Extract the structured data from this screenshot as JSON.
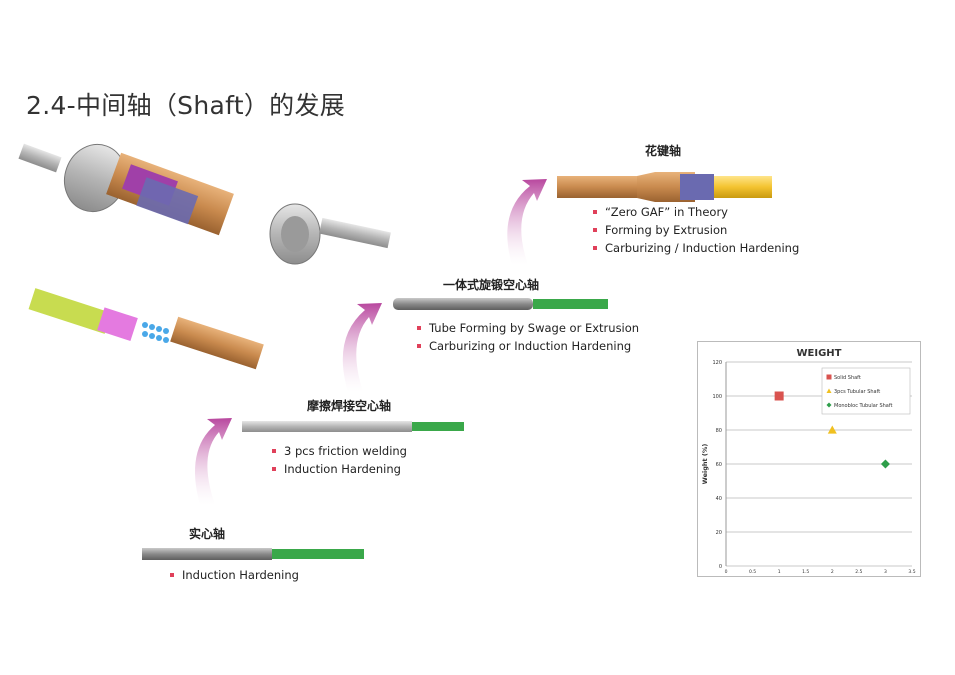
{
  "title": "2.4-中间轴（Shaft）的发展",
  "stages": [
    {
      "title": "实心轴",
      "bullets": [
        "Induction Hardening"
      ]
    },
    {
      "title": "摩擦焊接空心轴",
      "bullets": [
        "3 pcs friction welding",
        "Induction Hardening"
      ]
    },
    {
      "title": "一体式旋锻空心轴",
      "bullets": [
        "Tube Forming by Swage or Extrusion",
        "Carburizing or Induction Hardening"
      ]
    },
    {
      "title": "花键轴",
      "bullets": [
        "“Zero GAF”  in Theory",
        "Forming by Extrusion",
        "Carburizing / Induction Hardening"
      ]
    }
  ],
  "colors": {
    "arrow": "#b8479e",
    "shaft_grey": "#7a7a7a",
    "green": "#3aa84a",
    "copper": "#c98a4e",
    "accent_red": "#e0405a"
  },
  "chart_data": {
    "type": "scatter",
    "title": "WEIGHT",
    "xlabel": "",
    "ylabel": "Weight (%)",
    "xlim": [
      0,
      3.5
    ],
    "ylim": [
      0,
      120
    ],
    "x_ticks": [
      "0",
      "0.5",
      "1",
      "1.5",
      "2",
      "2.5",
      "3",
      "3.5"
    ],
    "y_ticks": [
      "0",
      "20",
      "40",
      "60",
      "80",
      "100",
      "120"
    ],
    "grid": true,
    "legend": "top-right",
    "series": [
      {
        "name": "Solid Shaft",
        "x": 1,
        "y": 100,
        "marker": "square",
        "color": "#d9534f"
      },
      {
        "name": "3pcs Tubular Shaft",
        "x": 2,
        "y": 80,
        "marker": "triangle",
        "color": "#f0c020"
      },
      {
        "name": "Monobloc Tubular Shaft",
        "x": 3,
        "y": 60,
        "marker": "diamond",
        "color": "#2e9e4a"
      }
    ]
  }
}
